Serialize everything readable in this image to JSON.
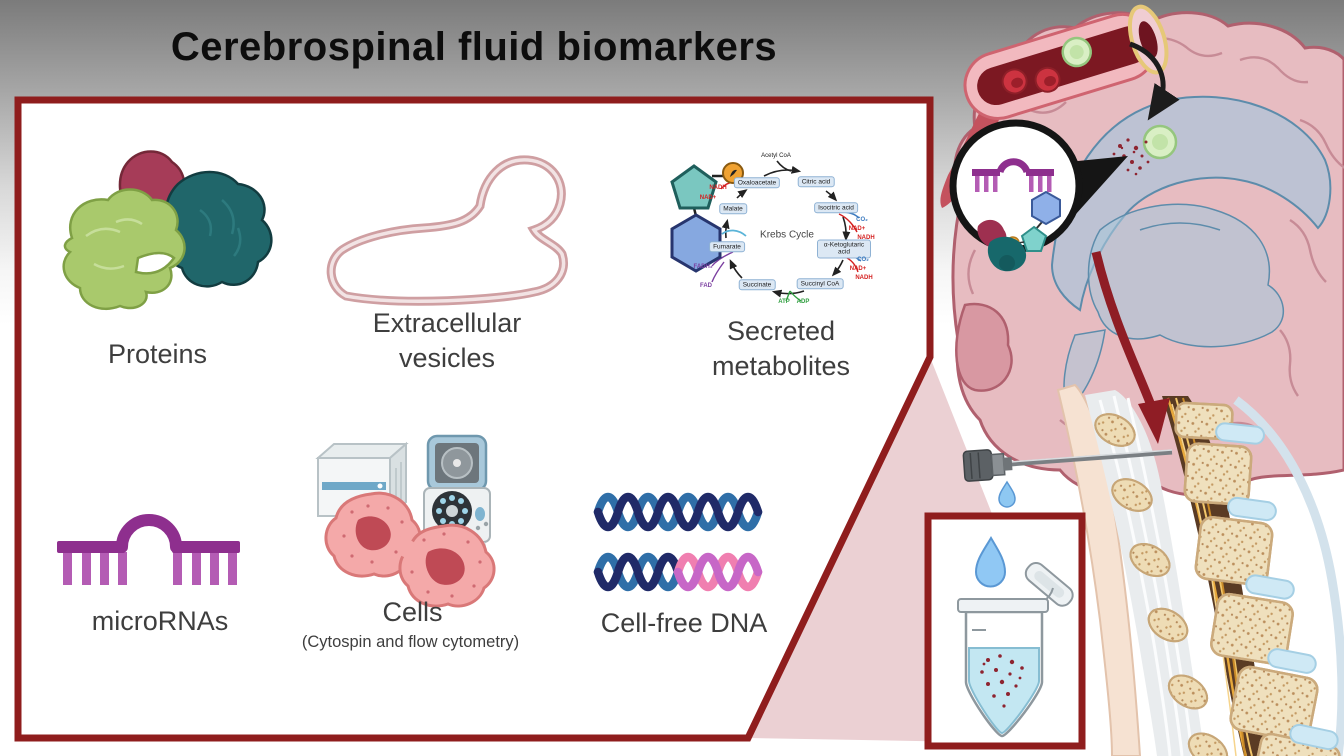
{
  "title": "Cerebrospinal fluid biomarkers",
  "colors": {
    "accent_border": "#8f1d1d",
    "zoom_cone": "#ebd0d3",
    "metabolite_box": "#dce8f4",
    "microrna_purple": "#8e2f8e",
    "protein_green": "#a9c96c",
    "protein_maroon": "#a63c58",
    "protein_teal": "#20666a",
    "vesicle_pink": "#cf9fa2",
    "dna_navy": "#202a68",
    "dna_blue": "#2f6fa8",
    "dna_orchid": "#c767c7",
    "dna_pink": "#f07fb0",
    "csf_blue": "#a9c6db",
    "brain_pink": "#e7bcc1"
  },
  "panel": {
    "items": [
      {
        "id": "proteins",
        "label": "Proteins"
      },
      {
        "id": "extracellular-vesicles",
        "label": "Extracellular vesicles"
      },
      {
        "id": "secreted-metabolites",
        "label": "Secreted metabolites"
      },
      {
        "id": "micrornas",
        "label": "microRNAs"
      },
      {
        "id": "cells",
        "label": "Cells",
        "sublabel": "(Cytospin and flow cytometry)"
      },
      {
        "id": "cell-free-dna",
        "label": "Cell-free DNA"
      }
    ]
  },
  "krebs": {
    "title": "Krebs Cycle",
    "input": "Acetyl CoA",
    "metabolites": [
      "Oxaloacetate",
      "Citric acid",
      "Isocitric acid",
      "α-Ketoglutaric acid",
      "Succinyl CoA",
      "Succinate",
      "Fumarate",
      "Malate"
    ],
    "cofactors": {
      "nadh": "NADH",
      "nad": "NAD+",
      "co2": "CO₂",
      "fadh2": "FADH₂",
      "fad": "FAD",
      "atp": "ATP",
      "adp": "ADP"
    }
  },
  "icons": [
    "protein-blobs",
    "extracellular-vesicle",
    "krebs-cycle",
    "microrna-hairpin",
    "flow-cytometer",
    "centrifuge",
    "dividing-cells",
    "dna-helix",
    "brain",
    "blood-vessel",
    "magnifier-circle",
    "tumor-cell",
    "biomarker-dots",
    "spine",
    "lumbar-needle",
    "csf-droplet",
    "collection-tube",
    "zoom-cone"
  ]
}
